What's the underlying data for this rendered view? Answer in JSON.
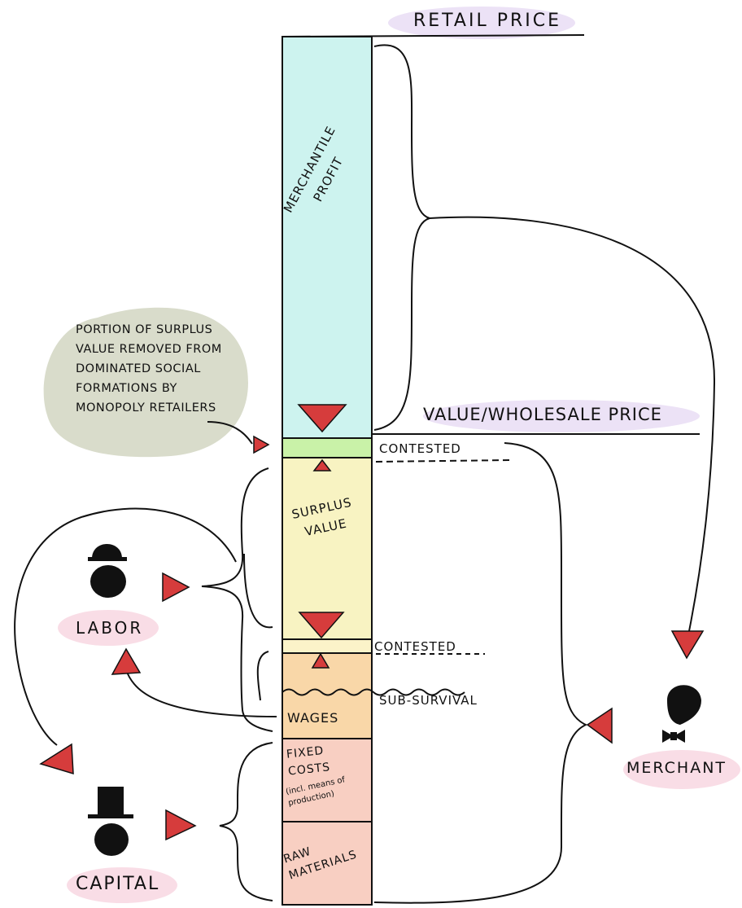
{
  "labels": {
    "retail_price": "RETAIL PRICE",
    "value_wholesale_price": "VALUE/WHOLESALE PRICE",
    "merchantile_profit": "MERCHANTILE PROFIT",
    "bubble_text": "PORTION OF SURPLUS VALUE REMOVED FROM DOMINATED SOCIAL FORMATIONS BY MONOPOLY RETAILERS",
    "contested_top": "CONTESTED",
    "surplus_value": "SURPLUS VALUE",
    "contested_bottom": "CONTESTED",
    "sub_survival": "SUB-SURVIVAL",
    "wages": "WAGES",
    "fixed_costs": "FIXED COSTS",
    "fixed_costs_note": "(incl. means of production)",
    "raw_materials": "RAW MATERIALS",
    "labor": "LABOR",
    "capital": "CAPITAL",
    "merchant": "MERCHANT"
  },
  "colors": {
    "merchantile_profit": "#cdf3ef",
    "contested_top": "#c9f2a8",
    "surplus_value": "#f8f3c2",
    "contested_bottom": "#fbf3c9",
    "wages": "#f9d7a8",
    "fixed_costs": "#f8cfc2",
    "raw_materials": "#f8cfc2",
    "arrow": "#d63c3c",
    "bubble": "#d9dccb",
    "label_lilac": "#ece2f6",
    "label_pink": "#f9dde6"
  }
}
